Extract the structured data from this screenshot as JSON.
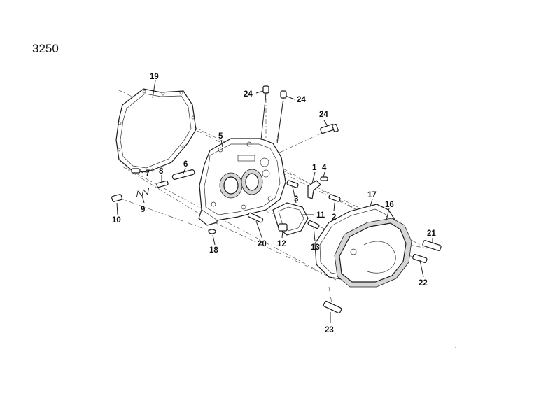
{
  "page_number": "3250",
  "callouts": {
    "c1": "1",
    "c2": "2",
    "c3": "3",
    "c4": "4",
    "c5": "5",
    "c6": "6",
    "c7": "7",
    "c8": "8",
    "c9": "9",
    "c10": "10",
    "c11": "11",
    "c12": "12",
    "c13": "13",
    "c16": "16",
    "c17": "17",
    "c18": "18",
    "c19": "19",
    "c20": "20",
    "c21": "21",
    "c22": "22",
    "c23": "23",
    "c24": "24"
  }
}
